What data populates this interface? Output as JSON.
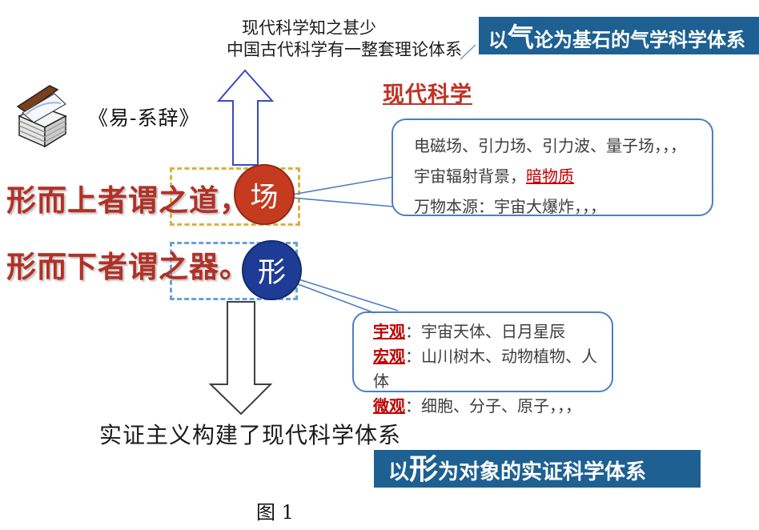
{
  "top_note": {
    "line1": "现代科学知之甚少",
    "line2": "中国古代科学有一整套理论体系"
  },
  "qi_banner": {
    "prefix": "以",
    "emphasis": "气",
    "rest": "论为基石的气学科学体系"
  },
  "classic_ref": {
    "label": "《易-系辞》"
  },
  "modern_science": {
    "label": "现代科学"
  },
  "dao_statement": {
    "label": "形而上者谓之道，"
  },
  "qi_statement": {
    "label": "形而下者谓之器。"
  },
  "chang_node": {
    "label": "场"
  },
  "xing_node": {
    "label": "形"
  },
  "field_callout": {
    "line1": "电磁场、引力场、引力波、量子场，，，",
    "line2_prefix": "宇宙辐射背景，",
    "line2_highlight": "暗物质",
    "line3": "万物本源：宇宙大爆炸，，，"
  },
  "scale_callout": {
    "rows": [
      {
        "label": "宇观",
        "text": "：宇宙天体、日月星辰"
      },
      {
        "label": "宏观",
        "text": "：山川树木、动物植物、人体"
      },
      {
        "label": "微观",
        "text": "：细胞、分子、原子，，，"
      }
    ]
  },
  "bottom_note": {
    "label": "实证主义构建了现代科学体系"
  },
  "xing_banner": {
    "prefix": "以",
    "emphasis": "形",
    "rest": "为对象的实证科学体系"
  },
  "caption": {
    "label": "图 1"
  },
  "icons": {
    "book": "open-book-icon"
  },
  "colors": {
    "banner_bg": "#1d6091",
    "chang_fill": "#c43b20",
    "xing_fill": "#1e3c96",
    "red_text": "#b13126",
    "highlight_red": "#c00000",
    "callout_border": "#4d7ebf",
    "gold_dash": "#ddb03a",
    "blue_dash": "#6aa1d8",
    "up_arrow_stroke": "#3b49c1",
    "down_arrow_stroke": "#3f3f3f"
  }
}
